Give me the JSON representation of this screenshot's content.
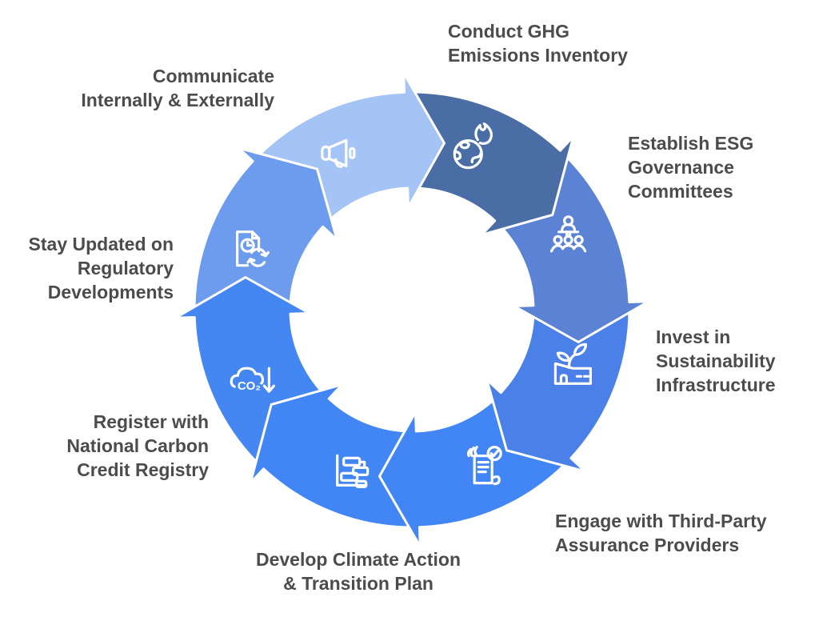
{
  "diagram": {
    "type": "cycle",
    "direction": "clockwise",
    "background_color": "#ffffff",
    "outline_color": "#ffffff",
    "text_color": "#4c4c4c",
    "segments": [
      {
        "id": "conduct-ghg",
        "label": "Conduct GHG\nEmissions Inventory",
        "color": "#4a6da6",
        "icon": "burning-globe-icon"
      },
      {
        "id": "establish-esg",
        "label": "Establish ESG\nGovernance\nCommittees",
        "color": "#5b82d4",
        "icon": "committee-icon"
      },
      {
        "id": "invest",
        "label": "Invest in\nSustainability\nInfrastructure",
        "color": "#4b80e8",
        "icon": "green-factory-icon"
      },
      {
        "id": "engage",
        "label": "Engage with Third-Party\nAssurance Providers",
        "color": "#4285f4",
        "icon": "assurance-document-icon"
      },
      {
        "id": "develop",
        "label": "Develop Climate Action\n& Transition Plan",
        "color": "#4285f4",
        "icon": "gantt-plan-icon"
      },
      {
        "id": "register",
        "label": "Register with\nNational Carbon\nCredit Registry",
        "color": "#4587f2",
        "icon": "co2-reduction-icon",
        "icon_text": "CO₂"
      },
      {
        "id": "stay-updated",
        "label": "Stay Updated on\nRegulatory\nDevelopments",
        "color": "#6d9cee",
        "icon": "document-refresh-icon"
      },
      {
        "id": "communicate",
        "label": "Communicate\nInternally & Externally",
        "color": "#a5c4f6",
        "icon": "megaphone-icon"
      }
    ]
  }
}
